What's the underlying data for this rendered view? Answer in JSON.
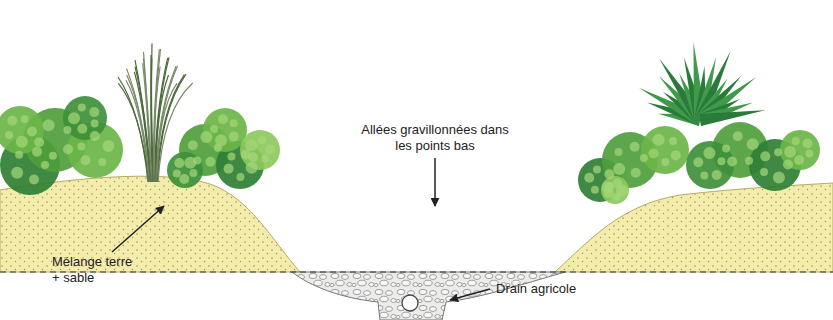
{
  "diagram": {
    "labels": [
      "Allées gravillonnées dans les points bas",
      "Mélange terre + sable",
      "Drain agricole"
    ]
  }
}
